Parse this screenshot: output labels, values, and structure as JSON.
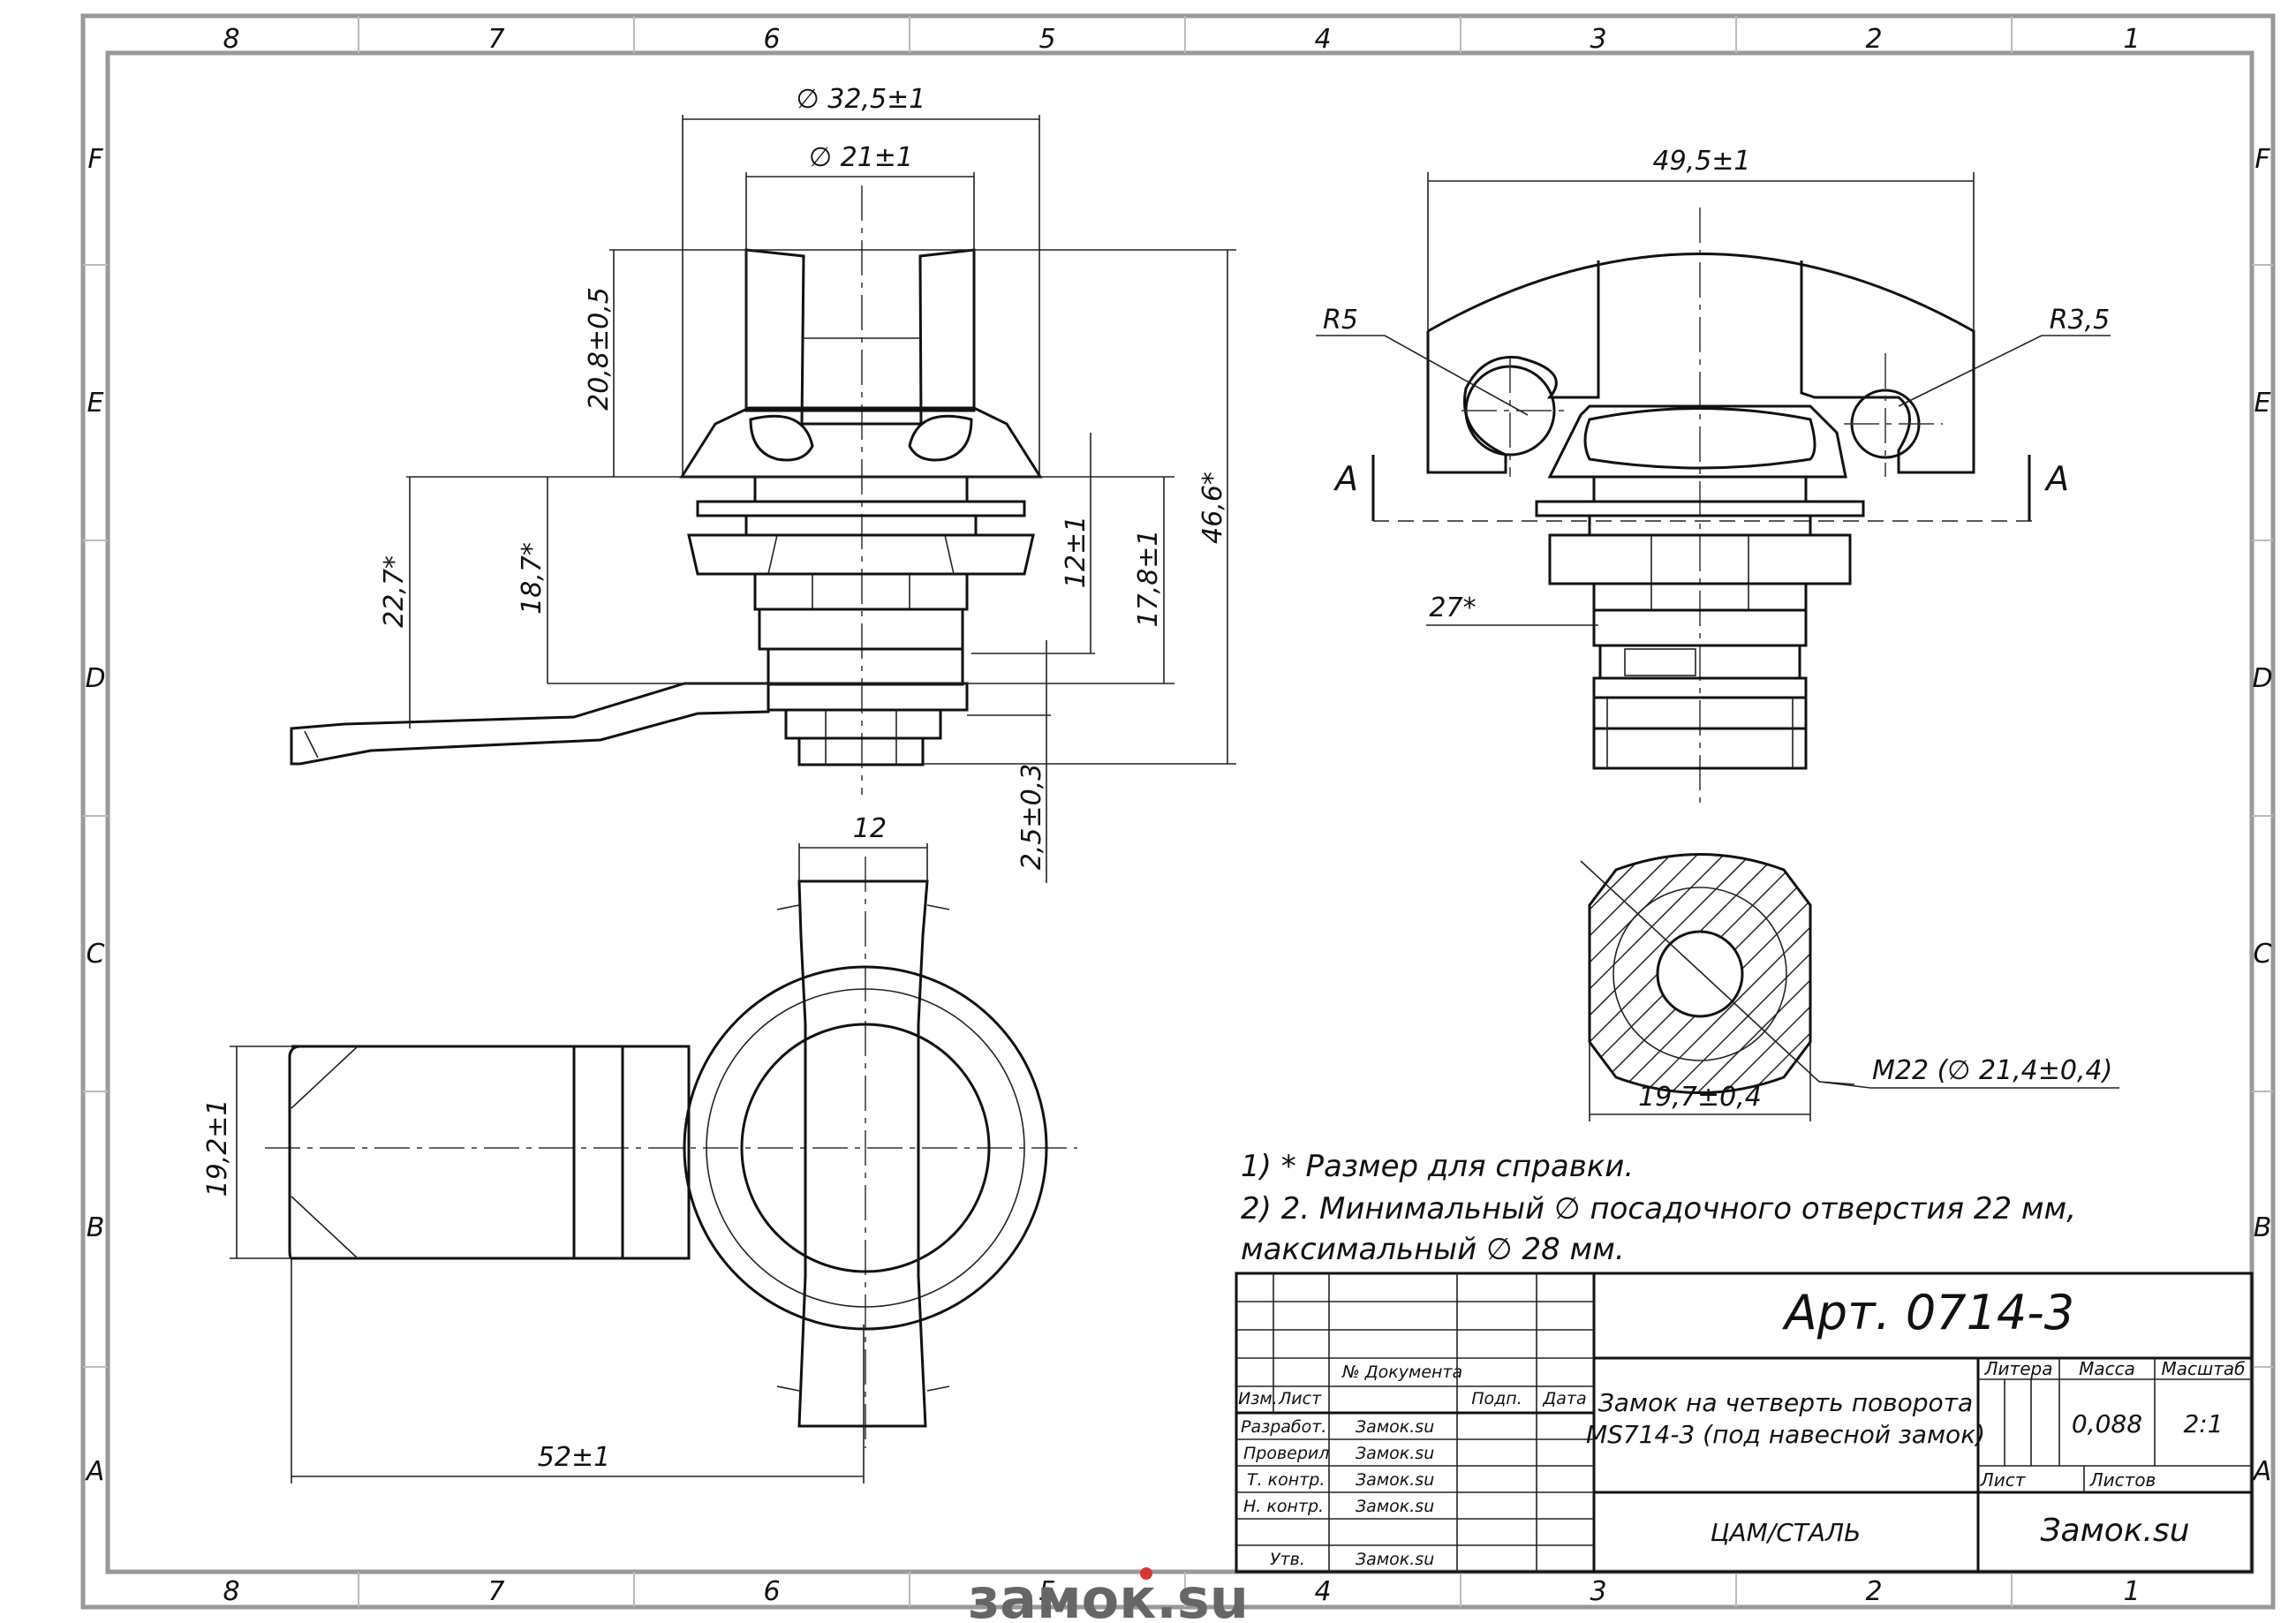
{
  "zone_columns": [
    "8",
    "7",
    "6",
    "5",
    "4",
    "3",
    "2",
    "1"
  ],
  "zone_rows": [
    "F",
    "E",
    "D",
    "C",
    "B",
    "A"
  ],
  "dimensions": {
    "d_outer": "∅ 32,5±1",
    "d_inner": "∅ 21±1",
    "h_head": "20,8±0,5",
    "h_total": "46,6*",
    "h_227": "22,7*",
    "h_187": "18,7*",
    "h_12": "12±1",
    "h_178": "17,8±1",
    "h_25": "2,5±0,3",
    "w_side": "49,5±1",
    "r5": "R5",
    "r35": "R3,5",
    "section_left": "A",
    "section_right": "A",
    "w_27": "27*",
    "w_12": "12",
    "w_192": "19,2±1",
    "w_52": "52±1",
    "thread": "M22  (∅ 21,4±0,4)",
    "w_197": "19,7±0,4"
  },
  "notes": {
    "line1": "1) * Размер для справки.",
    "line2": "2) 2. Минимальный ∅ посадочного отверстия 22 мм,",
    "line3": "максимальный ∅  28 мм."
  },
  "title_block": {
    "article": "Арт. 0714-3",
    "name_line1": "Замок на четверть поворота",
    "name_line2": "MS714-3 (под навесной замок)",
    "material": "ЦАМ/СТАЛЬ",
    "company": "Замок.su",
    "hdr_litera": "Литера",
    "hdr_massa": "Масса",
    "hdr_scale": "Масштаб",
    "mass": "0,088",
    "scale": "2:1",
    "sheet": "Лист",
    "sheets": "Листов",
    "doc_no": "№ Документа",
    "izm": "Изм.",
    "list": "Лист",
    "podp": "Подп.",
    "data": "Дата",
    "rows": [
      {
        "role": "Разработ.",
        "name": "Замок.su"
      },
      {
        "role": "Проверил",
        "name": "Замок.su"
      },
      {
        "role": "Т. контр.",
        "name": "Замок.su"
      },
      {
        "role": "Н. контр.",
        "name": "Замок.su"
      },
      {
        "role": "Утв.",
        "name": "Замок.su"
      }
    ]
  },
  "watermark": "замок.su"
}
